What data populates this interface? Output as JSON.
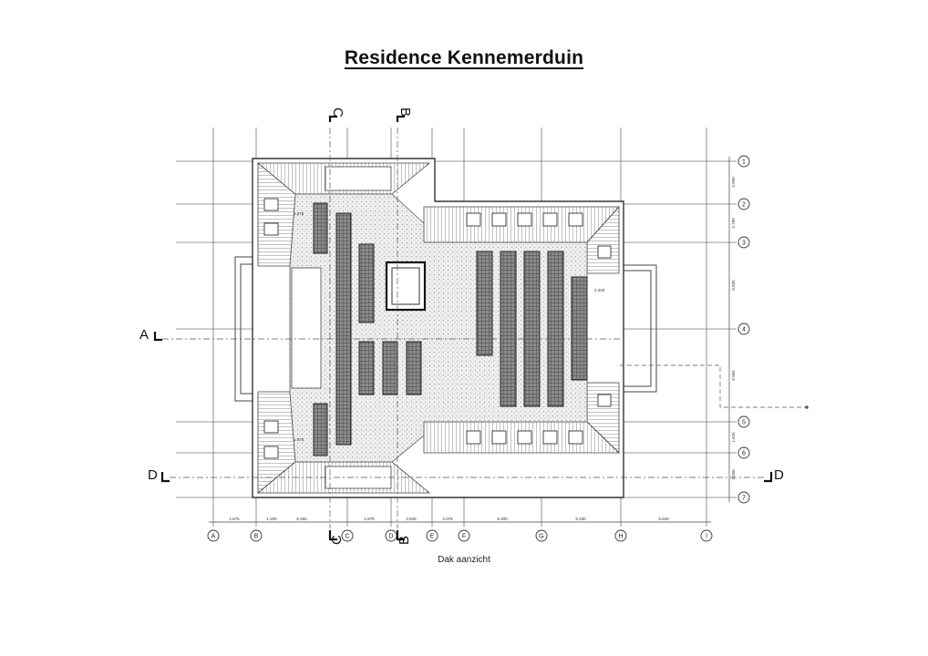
{
  "title": "Residence Kennemerduin",
  "drawing_caption": "Dak aanzicht",
  "grid_rows": [
    "1",
    "2",
    "3",
    "4",
    "5",
    "6",
    "7"
  ],
  "grid_columns": [
    "A",
    "B",
    "C",
    "D",
    "E",
    "F",
    "G",
    "H",
    "I"
  ],
  "column_dimensions": [
    "1.675",
    "1.200",
    "6.250",
    "2.875",
    "2.625",
    "2.075",
    "5.300",
    "5.330",
    "5.630"
  ],
  "row_dimensions": [
    "2.990",
    "2.780",
    "6.820",
    "6.963",
    "1.625",
    "2.556"
  ],
  "sections": {
    "A": "A",
    "B": "B",
    "C": "C",
    "D": "D"
  },
  "annotations": {
    "dim_1": "1.075",
    "dim_2": "2.200",
    "dim_3": "1.075"
  },
  "colors": {
    "line": "#333333",
    "grid": "#666666",
    "panel": "#555555",
    "roof_fill": "#e9e9e9"
  }
}
